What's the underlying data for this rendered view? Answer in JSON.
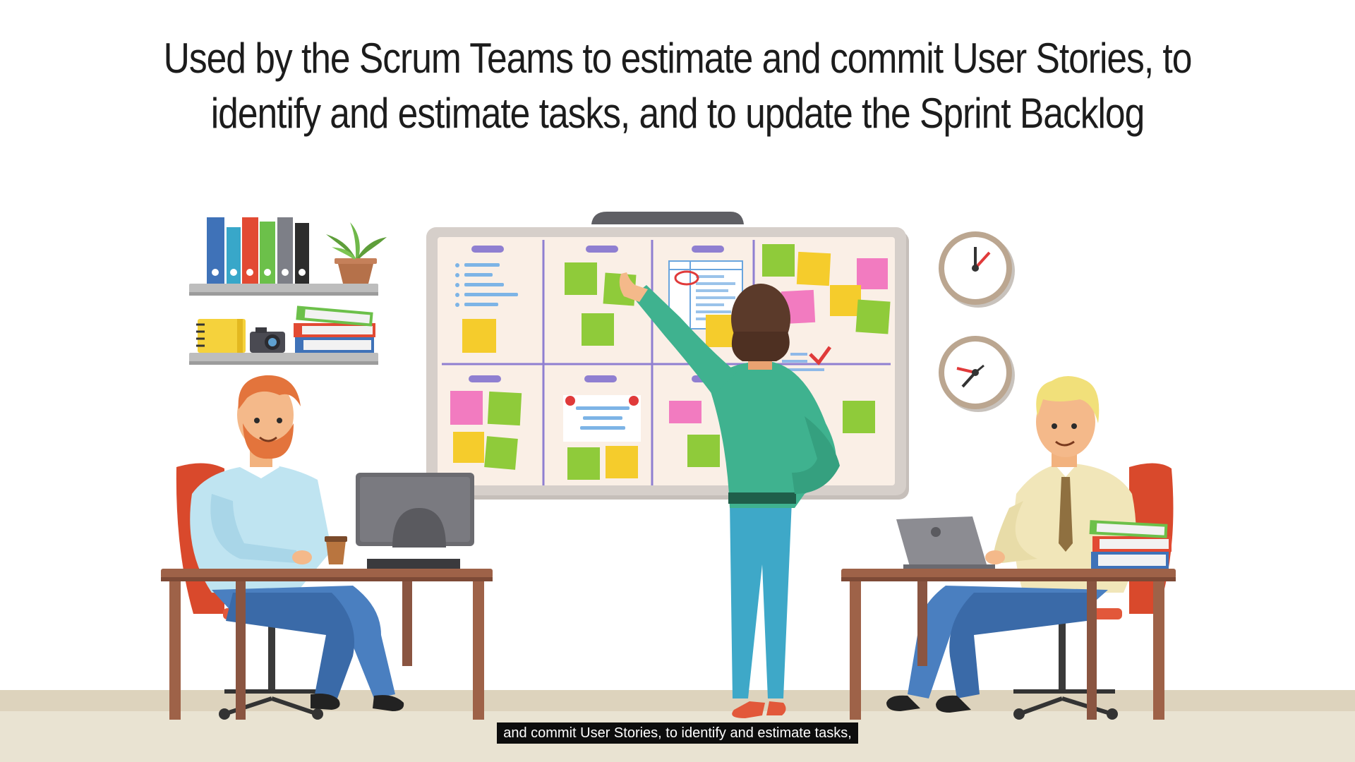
{
  "slide": {
    "title_line1": "Used by the Scrum Teams to estimate and commit User Stories, to",
    "title_line2": "identify and estimate tasks, and to update the Sprint Backlog"
  },
  "caption": {
    "text": "and commit User Stories, to identify and estimate tasks,"
  },
  "colors": {
    "background": "#ffffff",
    "floor": "#e9e3d2",
    "board_frame": "#cfc8c3",
    "board_surface": "#faefe6",
    "column_divider": "#8f7fd1",
    "sticky_green": "#8fcb3a",
    "sticky_yellow": "#f5cc2c",
    "sticky_pink": "#f27bc0",
    "chair_red": "#d9492c",
    "desk_brown": "#9e6248",
    "caption_bg": "#0d0d0d"
  }
}
